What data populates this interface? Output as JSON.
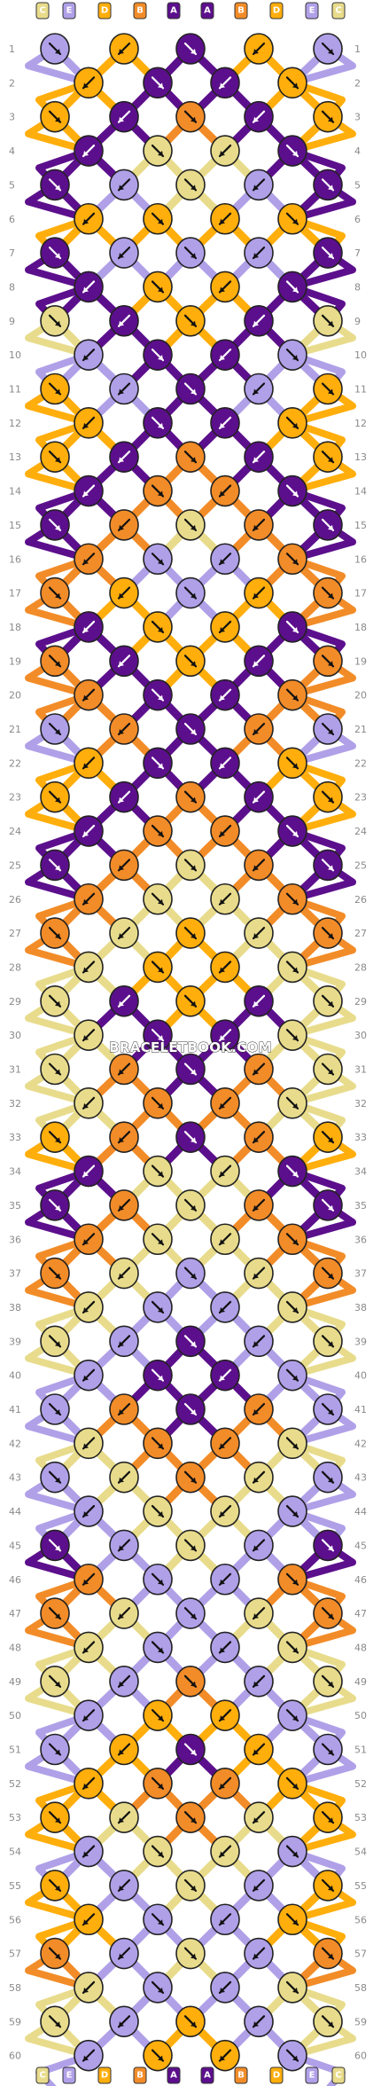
{
  "site": {
    "watermark": "BRACELETBOOK.COM"
  },
  "colors": {
    "A": "#5c0f8c",
    "B": "#f28c28",
    "C": "#e8dc8c",
    "D": "#ffae0c",
    "E": "#b0a0e8"
  },
  "pattern": {
    "string_labels_top": [
      "C",
      "E",
      "D",
      "B",
      "A",
      "A",
      "B",
      "D",
      "E",
      "C"
    ],
    "string_labels_bottom": [
      "C",
      "E",
      "D",
      "B",
      "A",
      "A",
      "B",
      "D",
      "E",
      "C"
    ],
    "row_count": 60,
    "knots": [
      [
        "E",
        "D",
        "A",
        "D",
        "E"
      ],
      [
        "D",
        "A",
        "A",
        "D"
      ],
      [
        "D",
        "A",
        "B",
        "A",
        "D"
      ],
      [
        "A",
        "C",
        "C",
        "A"
      ],
      [
        "A",
        "E",
        "C",
        "E",
        "A"
      ],
      [
        "D",
        "D",
        "D",
        "D"
      ],
      [
        "A",
        "E",
        "E",
        "E",
        "A"
      ],
      [
        "A",
        "D",
        "D",
        "A"
      ],
      [
        "C",
        "A",
        "D",
        "A",
        "C"
      ],
      [
        "E",
        "A",
        "A",
        "E"
      ],
      [
        "D",
        "E",
        "A",
        "E",
        "D"
      ],
      [
        "D",
        "A",
        "A",
        "D"
      ],
      [
        "D",
        "A",
        "B",
        "A",
        "D"
      ],
      [
        "A",
        "B",
        "B",
        "A"
      ],
      [
        "A",
        "B",
        "C",
        "B",
        "A"
      ],
      [
        "B",
        "E",
        "E",
        "B"
      ],
      [
        "B",
        "D",
        "E",
        "D",
        "B"
      ],
      [
        "A",
        "D",
        "D",
        "A"
      ],
      [
        "B",
        "A",
        "D",
        "A",
        "B"
      ],
      [
        "B",
        "A",
        "A",
        "B"
      ],
      [
        "E",
        "B",
        "A",
        "B",
        "E"
      ],
      [
        "D",
        "A",
        "A",
        "D"
      ],
      [
        "D",
        "A",
        "B",
        "A",
        "D"
      ],
      [
        "A",
        "B",
        "B",
        "A"
      ],
      [
        "A",
        "B",
        "C",
        "B",
        "A"
      ],
      [
        "B",
        "C",
        "C",
        "B"
      ],
      [
        "B",
        "C",
        "D",
        "C",
        "B"
      ],
      [
        "C",
        "D",
        "D",
        "C"
      ],
      [
        "C",
        "A",
        "D",
        "A",
        "C"
      ],
      [
        "C",
        "A",
        "A",
        "C"
      ],
      [
        "C",
        "B",
        "A",
        "B",
        "C"
      ],
      [
        "C",
        "B",
        "B",
        "C"
      ],
      [
        "D",
        "B",
        "A",
        "B",
        "D"
      ],
      [
        "A",
        "C",
        "C",
        "A"
      ],
      [
        "A",
        "B",
        "C",
        "B",
        "A"
      ],
      [
        "B",
        "C",
        "C",
        "B"
      ],
      [
        "B",
        "C",
        "E",
        "C",
        "B"
      ],
      [
        "C",
        "E",
        "E",
        "C"
      ],
      [
        "C",
        "E",
        "A",
        "E",
        "C"
      ],
      [
        "E",
        "A",
        "A",
        "E"
      ],
      [
        "E",
        "B",
        "A",
        "B",
        "E"
      ],
      [
        "C",
        "B",
        "B",
        "C"
      ],
      [
        "E",
        "C",
        "B",
        "C",
        "E"
      ],
      [
        "E",
        "C",
        "C",
        "E"
      ],
      [
        "A",
        "E",
        "C",
        "E",
        "A"
      ],
      [
        "B",
        "E",
        "E",
        "B"
      ],
      [
        "B",
        "C",
        "E",
        "C",
        "B"
      ],
      [
        "C",
        "E",
        "E",
        "C"
      ],
      [
        "C",
        "E",
        "B",
        "E",
        "C"
      ],
      [
        "E",
        "D",
        "D",
        "E"
      ],
      [
        "E",
        "D",
        "A",
        "D",
        "E"
      ],
      [
        "D",
        "B",
        "B",
        "D"
      ],
      [
        "D",
        "C",
        "B",
        "C",
        "D"
      ],
      [
        "E",
        "C",
        "C",
        "E"
      ],
      [
        "D",
        "E",
        "C",
        "E",
        "D"
      ],
      [
        "D",
        "E",
        "E",
        "D"
      ],
      [
        "B",
        "E",
        "C",
        "E",
        "B"
      ],
      [
        "C",
        "E",
        "E",
        "C"
      ],
      [
        "C",
        "E",
        "D",
        "E",
        "C"
      ],
      [
        "E",
        "D",
        "D",
        "E"
      ]
    ]
  }
}
